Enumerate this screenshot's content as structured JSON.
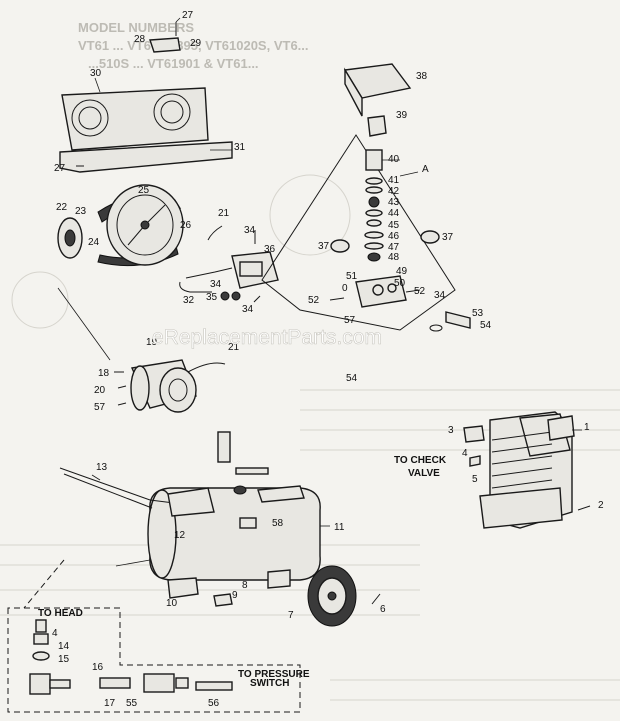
{
  "header_ghost": {
    "line1": "MODEL NUMBERS",
    "line2": "VT61 ... VT6 ... 2895, VT61020S, VT6...",
    "line3": "...510S ... VT61901 & VT61..."
  },
  "watermark": "eReplacementParts.com",
  "callouts": {
    "to_check_valve_1": "TO CHECK",
    "to_check_valve_2": "VALVE",
    "to_head": "TO HEAD",
    "to_pressure_switch_1": "TO PRESSURE",
    "to_pressure_switch_2": "SWITCH"
  },
  "part_labels": {
    "p1": "1",
    "p2": "2",
    "p3": "3",
    "p4a": "4",
    "p4b": "4",
    "p5": "5",
    "p6": "6",
    "p7": "7",
    "p8": "8",
    "p9": "9",
    "p10": "10",
    "p11": "11",
    "p12": "12",
    "p13": "13",
    "p14": "14",
    "p15": "15",
    "p16": "16",
    "p17": "17",
    "p18": "18",
    "p19": "19",
    "p20": "20",
    "p21a": "21",
    "p21b": "21",
    "p22": "22",
    "p23": "23",
    "p24": "24",
    "p25": "25",
    "p26": "26",
    "p27a": "27",
    "p27b": "27",
    "p28": "28",
    "p29": "29",
    "p30": "30",
    "p31": "31",
    "p32": "32",
    "p34a": "34",
    "p34b": "34",
    "p34c": "34",
    "p35": "35",
    "p36": "36",
    "p37a": "37",
    "p37b": "37",
    "p38": "38",
    "p39": "39",
    "p40": "40",
    "p41": "41",
    "p42": "42",
    "p43": "43",
    "p44": "44",
    "p45": "45",
    "p46": "46",
    "p47": "47",
    "p48": "48",
    "p49": "49",
    "p50": "50",
    "p51": "51",
    "p52a": "52",
    "p52b": "52",
    "p53": "53",
    "p54a": "54",
    "p54b": "54",
    "p55": "55",
    "p56": "56",
    "p57a": "57",
    "p57b": "57",
    "p58": "58",
    "pA": "A",
    "p0": "0"
  }
}
